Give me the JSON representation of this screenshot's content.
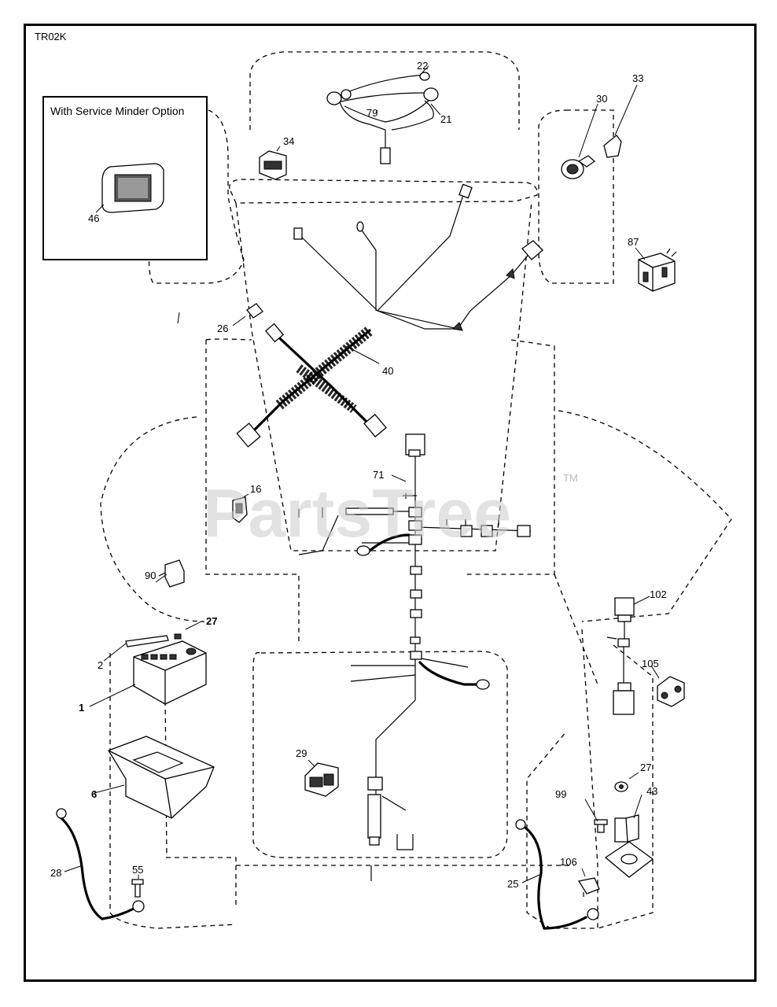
{
  "diagram_code": "TR02K",
  "inset": {
    "title": "With Service Minder Option",
    "part_label": "46"
  },
  "watermark": {
    "brand": "PartsTree",
    "mark": "TM"
  },
  "callouts": {
    "c1": "1",
    "c2": "2",
    "c6": "6",
    "c16": "16",
    "c21": "21",
    "c22": "22",
    "c25": "25",
    "c26": "26",
    "c27a": "27",
    "c27b": "27",
    "c28": "28",
    "c29": "29",
    "c30": "30",
    "c33": "33",
    "c34": "34",
    "c40": "40",
    "c43": "43",
    "c55": "55",
    "c71": "71",
    "c79": "79",
    "c87": "87",
    "c90": "90",
    "c99": "99",
    "c102": "102",
    "c105": "105",
    "c106": "106"
  }
}
